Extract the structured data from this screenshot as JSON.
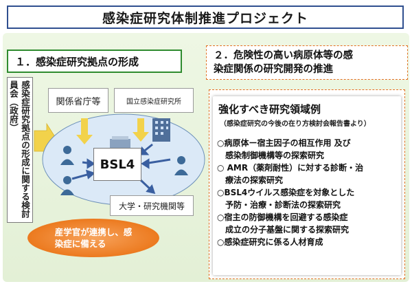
{
  "title": "感染症研究体制推進プロジェクト",
  "section1": {
    "heading": "１．感染症研究拠点の形成",
    "committee": "感染症研究拠点の形成に関する検討員会（政府）",
    "nodes": {
      "ministries": "関係省庁等",
      "niid": "国立感染症研究所",
      "bsl4": "BSL4",
      "universities": "大学・研究機関等"
    },
    "banner_line1": "産学官が連携し、感",
    "banner_line2": "染症に備える"
  },
  "section2": {
    "heading_line1": "２．危険性の高い病原体等の感",
    "heading_line2": "染症関係の研究開発の推進",
    "card_title": "強化すべき研究領域例",
    "card_subtitle": "（感染症研究の今後の在り方検討会報告書より）",
    "items": [
      "○病原体ー宿主因子の相互作用 及び",
      "　感染制御機構等の探索研究",
      "○ AMR（薬剤耐性）に対する診断・治",
      "　療法の探索研究",
      "○BSL4ウイルス感染症を対象とした",
      "　予防・治療・診断法の探索研究",
      "○宿主の防御機構を回避する感染症",
      "　成立の分子基盤に関する探索研究",
      "○感染症研究に係る人材育成"
    ]
  },
  "colors": {
    "title_border": "#2f4f8f",
    "panel_green": "#e3f0d6",
    "section1_border": "#2e8b2e",
    "arrow_yellow": "#f2d24b",
    "ellipse_blue": "#dbe9f7",
    "banner_orange": "#ec7a1f",
    "dashed_orange": "#e07020"
  },
  "icons": [
    "building-icon",
    "person-icon",
    "lab-building-icon"
  ]
}
